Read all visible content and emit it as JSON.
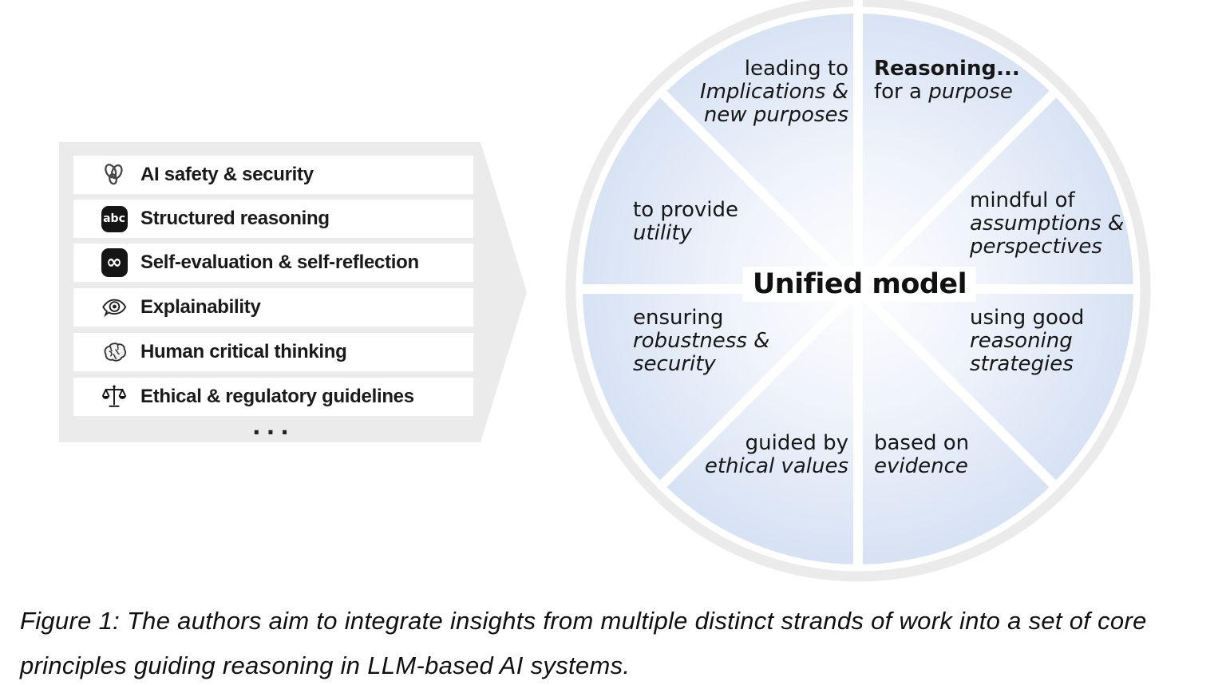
{
  "left_panel": {
    "items": [
      {
        "icon": "chains-icon",
        "label": "AI safety & security"
      },
      {
        "icon": "abc-badge-icon",
        "badge": "abc",
        "label": "Structured reasoning"
      },
      {
        "icon": "infinity-badge-icon",
        "badge": "∞",
        "label": "Self-evaluation & self-reflection"
      },
      {
        "icon": "eye-icon",
        "label": "Explainability"
      },
      {
        "icon": "brain-icon",
        "label": "Human critical thinking"
      },
      {
        "icon": "scales-icon",
        "label": "Ethical & regulatory guidelines"
      }
    ],
    "more_indicator": "..."
  },
  "wheel": {
    "center_label": "Unified model",
    "segments": {
      "top_left": {
        "plain": "leading to",
        "italic1": "Implications &",
        "italic2": "new purposes"
      },
      "top_right": {
        "bold": "Reasoning...",
        "plain": "for a ",
        "italic1": "purpose"
      },
      "right_upper": {
        "plain": "mindful of",
        "italic1": "assumptions &",
        "italic2": "perspectives"
      },
      "right_lower": {
        "plain": "using good",
        "italic1": "reasoning",
        "italic2": "strategies"
      },
      "bottom_right": {
        "plain": "based on",
        "italic1": "evidence"
      },
      "bottom_left": {
        "plain": "guided by",
        "italic1": "ethical values"
      },
      "left_lower": {
        "plain": "ensuring",
        "italic1": "robustness &",
        "italic2": "security"
      },
      "left_upper": {
        "plain": "to provide",
        "italic1": "utility"
      }
    }
  },
  "figure": {
    "caption_line1": "Figure 1: The authors aim to integrate insights from multiple distinct strands of work into a set of core",
    "caption_line2": "principles guiding reasoning in LLM-based AI systems."
  },
  "colors": {
    "panel_bg": "#ebebeb",
    "row_bg": "#ffffff",
    "wheel_ring": "#ebebeb",
    "segment_outer": "#d7e2f4",
    "segment_inner": "#fdfdfe",
    "spoke": "#ffffff",
    "text": "#161616"
  }
}
